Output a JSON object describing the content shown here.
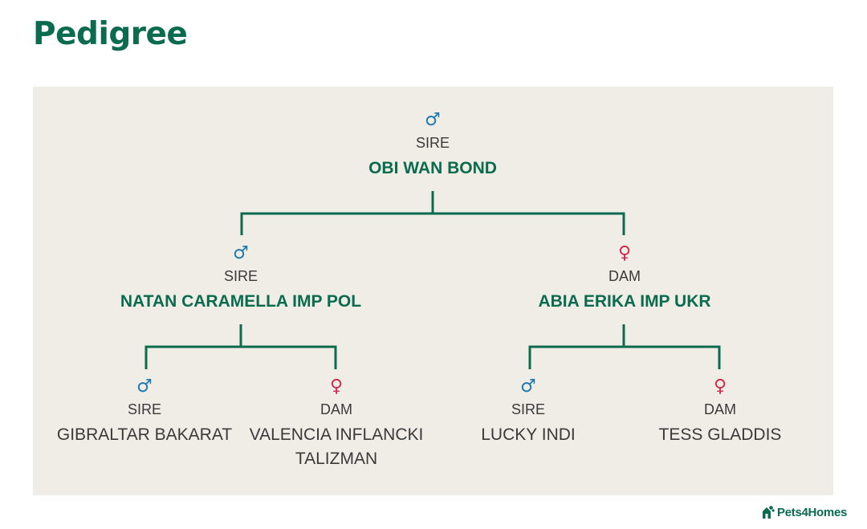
{
  "title": "Pedigree",
  "tree": {
    "root": {
      "role": "SIRE",
      "name": "OBI WAN BOND",
      "sex": "male",
      "icon": "male-symbol-icon"
    },
    "parents": [
      {
        "role": "SIRE",
        "name": "NATAN CARAMELLA IMP POL",
        "sex": "male",
        "icon": "male-symbol-icon",
        "children": [
          {
            "role": "SIRE",
            "name": "GIBRALTAR BAKARAT",
            "sex": "male",
            "icon": "male-symbol-icon"
          },
          {
            "role": "DAM",
            "name": "VALENCIA INFLANCKI TALIZMAN",
            "sex": "female",
            "icon": "female-symbol-icon"
          }
        ]
      },
      {
        "role": "DAM",
        "name": "ABIA ERIKA IMP UKR",
        "sex": "female",
        "icon": "female-symbol-icon",
        "children": [
          {
            "role": "SIRE",
            "name": "LUCKY INDI",
            "sex": "male",
            "icon": "male-symbol-icon"
          },
          {
            "role": "DAM",
            "name": "TESS GLADDIS",
            "sex": "female",
            "icon": "female-symbol-icon"
          }
        ]
      }
    ]
  },
  "symbols": {
    "male": "♂",
    "female": "♀"
  },
  "brand": {
    "name": "Pets4Homes",
    "icon": "pets4homes-logo-icon"
  },
  "colors": {
    "accent": "#0a6b4f",
    "male": "#1b78b0",
    "female": "#d1294f",
    "panel": "#f0ede6",
    "text": "#3a3a3a"
  }
}
